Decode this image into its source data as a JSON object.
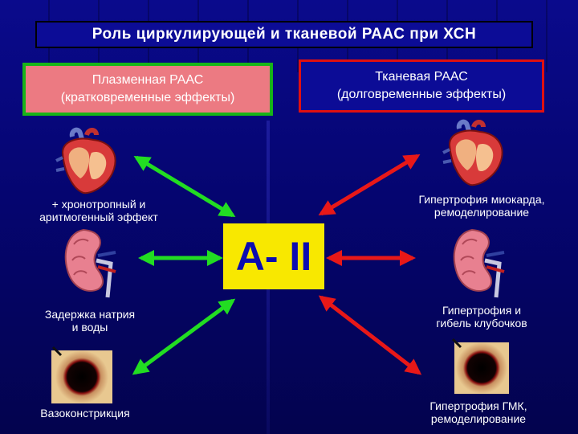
{
  "title": "Роль циркулирующей и тканевой  РААС  при  ХСН",
  "plasma_raas": {
    "line1": "Плазменная РААС",
    "line2": "(кратковременные эффекты)"
  },
  "tissue_raas": {
    "line1": "Тканевая РААС",
    "line2": "(долговременные эффекты)"
  },
  "center": "А- II",
  "left_effects": {
    "heart_line1": "+ хронотропный и",
    "heart_line2": "аритмогенный эффект",
    "kidney_line1": "Задержка натрия",
    "kidney_line2": "и  воды",
    "vessel": "Вазоконстрикция"
  },
  "right_effects": {
    "heart_line1": "Гипертрофия миокарда,",
    "heart_line2": "ремоделирование",
    "kidney_line1": "Гипертрофия и",
    "kidney_line2": "гибель клубочков",
    "vessel_line1": "Гипертрофия ГМК,",
    "vessel_line2": "ремоделирование"
  },
  "colors": {
    "background": "#0a0a8c",
    "plasma_fill": "#ec7a82",
    "plasma_border": "#18b418",
    "tissue_border": "#e01010",
    "center_fill": "#f8e800",
    "center_text": "#0c0cb0",
    "left_arrow": "#22dd22",
    "right_arrow": "#e81818"
  },
  "icons": [
    "heart-icon",
    "kidney-icon",
    "artery-crosssection-icon"
  ]
}
